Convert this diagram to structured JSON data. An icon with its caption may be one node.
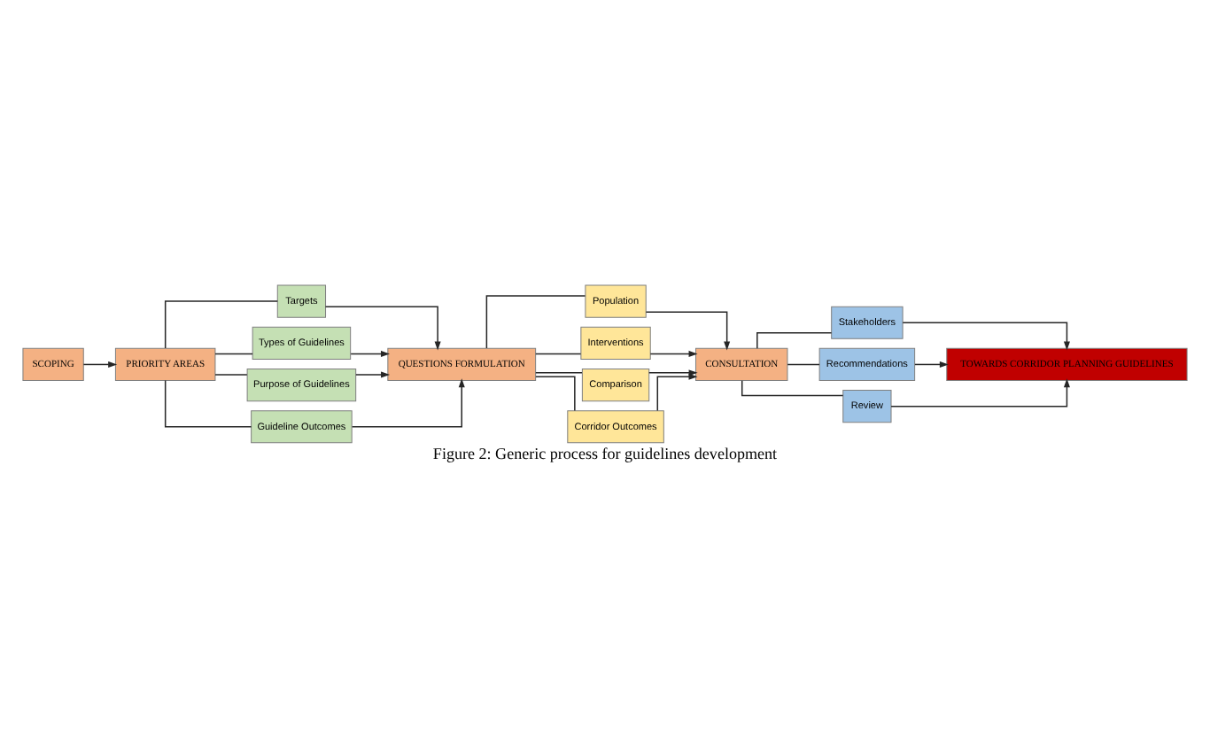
{
  "diagram": {
    "caption": "Figure 2: Generic process for guidelines development",
    "nodes": [
      {
        "text": [
          "SCOPING"
        ]
      },
      {
        "text": [
          "PRIORITY AREAS"
        ]
      },
      {
        "text": [
          "Targets"
        ]
      },
      {
        "text": [
          "Types of Guidelines"
        ]
      },
      {
        "text": [
          "Purpose of Guidelines"
        ]
      },
      {
        "text": [
          "Guideline Outcomes"
        ]
      },
      {
        "text": [
          "QUESTIONS FORMULATION"
        ]
      },
      {
        "text": [
          "Population"
        ]
      },
      {
        "text": [
          "Interventions"
        ]
      },
      {
        "text": [
          "Comparison"
        ]
      },
      {
        "text": [
          "Corridor Outcomes"
        ]
      },
      {
        "text": [
          "CONSULTATION"
        ]
      },
      {
        "text": [
          "Stakeholders"
        ]
      },
      {
        "text": [
          "Recommendations"
        ]
      },
      {
        "text": [
          "Review"
        ]
      },
      {
        "text": [
          "TOWARDS CORRIDOR PLANNING GUIDELINES"
        ]
      }
    ],
    "edges": [
      {
        "from": 0,
        "to": 1,
        "arrow": "to"
      },
      {
        "from": 1,
        "to": 2,
        "arrow": "none"
      },
      {
        "from": 1,
        "to": 3,
        "arrow": "none"
      },
      {
        "from": 1,
        "to": 4,
        "arrow": "none"
      },
      {
        "from": 1,
        "to": 5,
        "arrow": "none"
      },
      {
        "from": 2,
        "to": 6,
        "arrow": "to"
      },
      {
        "from": 3,
        "to": 6,
        "arrow": "to"
      },
      {
        "from": 4,
        "to": 6,
        "arrow": "to"
      },
      {
        "from": 5,
        "to": 6,
        "arrow": "to"
      },
      {
        "from": 6,
        "to": 7,
        "arrow": "none"
      },
      {
        "from": 6,
        "to": 8,
        "arrow": "none"
      },
      {
        "from": 6,
        "to": 9,
        "arrow": "none"
      },
      {
        "from": 6,
        "to": 10,
        "arrow": "none"
      },
      {
        "from": 7,
        "to": 11,
        "arrow": "to"
      },
      {
        "from": 8,
        "to": 11,
        "arrow": "to"
      },
      {
        "from": 9,
        "to": 11,
        "arrow": "to"
      },
      {
        "from": 10,
        "to": 11,
        "arrow": "to"
      },
      {
        "from": 11,
        "to": 12,
        "arrow": "none"
      },
      {
        "from": 11,
        "to": 13,
        "arrow": "none"
      },
      {
        "from": 11,
        "to": 14,
        "arrow": "none"
      },
      {
        "from": 12,
        "to": 15,
        "arrow": "to"
      },
      {
        "from": 13,
        "to": 15,
        "arrow": "to"
      },
      {
        "from": 14,
        "to": 15,
        "arrow": "to"
      }
    ]
  }
}
